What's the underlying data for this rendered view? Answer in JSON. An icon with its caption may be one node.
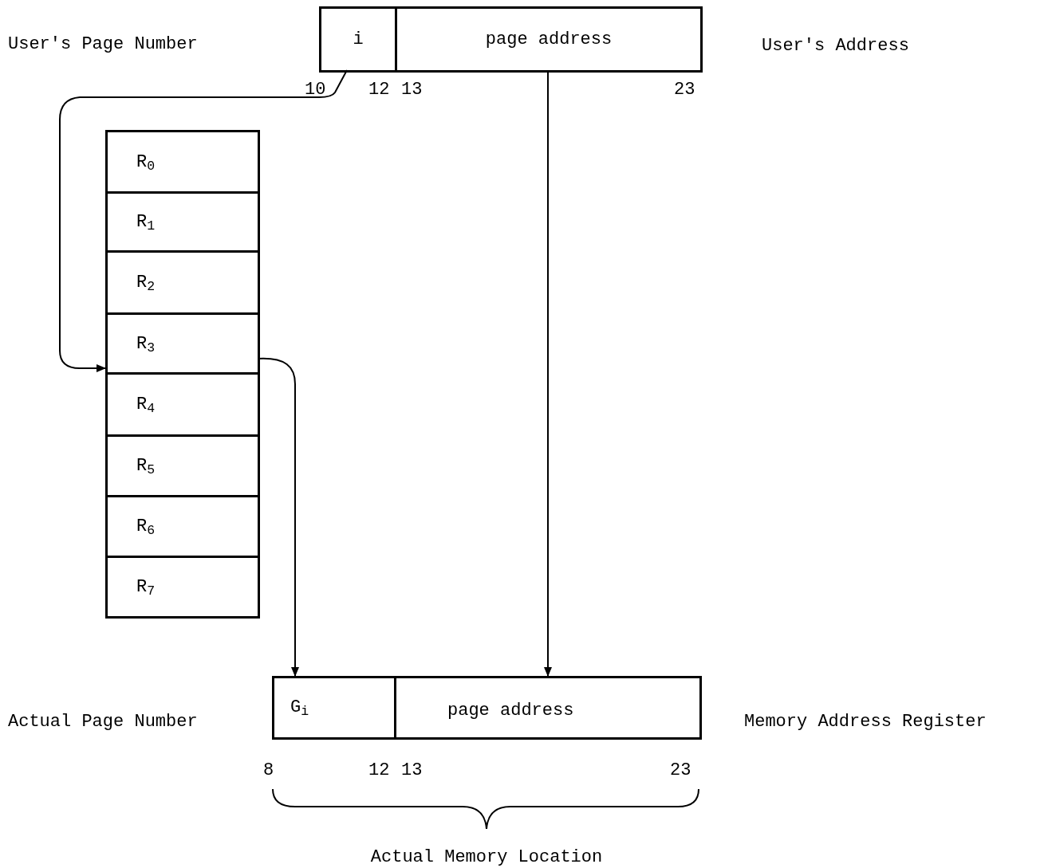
{
  "diagram": {
    "nodes": [
      {
        "text": [
          "i"
        ]
      },
      {
        "text": [
          "page address"
        ],
        "beside": [
          "User's Address"
        ]
      },
      {
        "text": [
          "R$_{0}$"
        ]
      },
      {
        "text": [
          "R$_{1}$"
        ]
      },
      {
        "text": [
          "R$_{2}$"
        ]
      },
      {
        "text": [
          "R$_{3}$"
        ]
      },
      {
        "text": [
          "R$_{4}$"
        ]
      },
      {
        "text": [
          "R$_{5}$"
        ]
      },
      {
        "text": [
          "R$_{6}$"
        ]
      },
      {
        "text": [
          "R$_{7}$"
        ]
      },
      {
        "text": [
          "G$_{i}$"
        ]
      },
      {
        "text": [
          "page address"
        ],
        "beside": [
          "Memory Address Register"
        ]
      }
    ],
    "edges": [
      {
        "from": 0,
        "to": 5,
        "arrow": "to"
      },
      {
        "from": 5,
        "to": 10,
        "arrow": "to"
      },
      {
        "from": 1,
        "to": 11,
        "arrow": "to"
      }
    ],
    "labels": [
      "User's Page Number",
      "10",
      "12",
      "13",
      "23",
      "Actual Page Number",
      "8",
      "12",
      "13",
      "23",
      "Actual Memory Location"
    ]
  }
}
